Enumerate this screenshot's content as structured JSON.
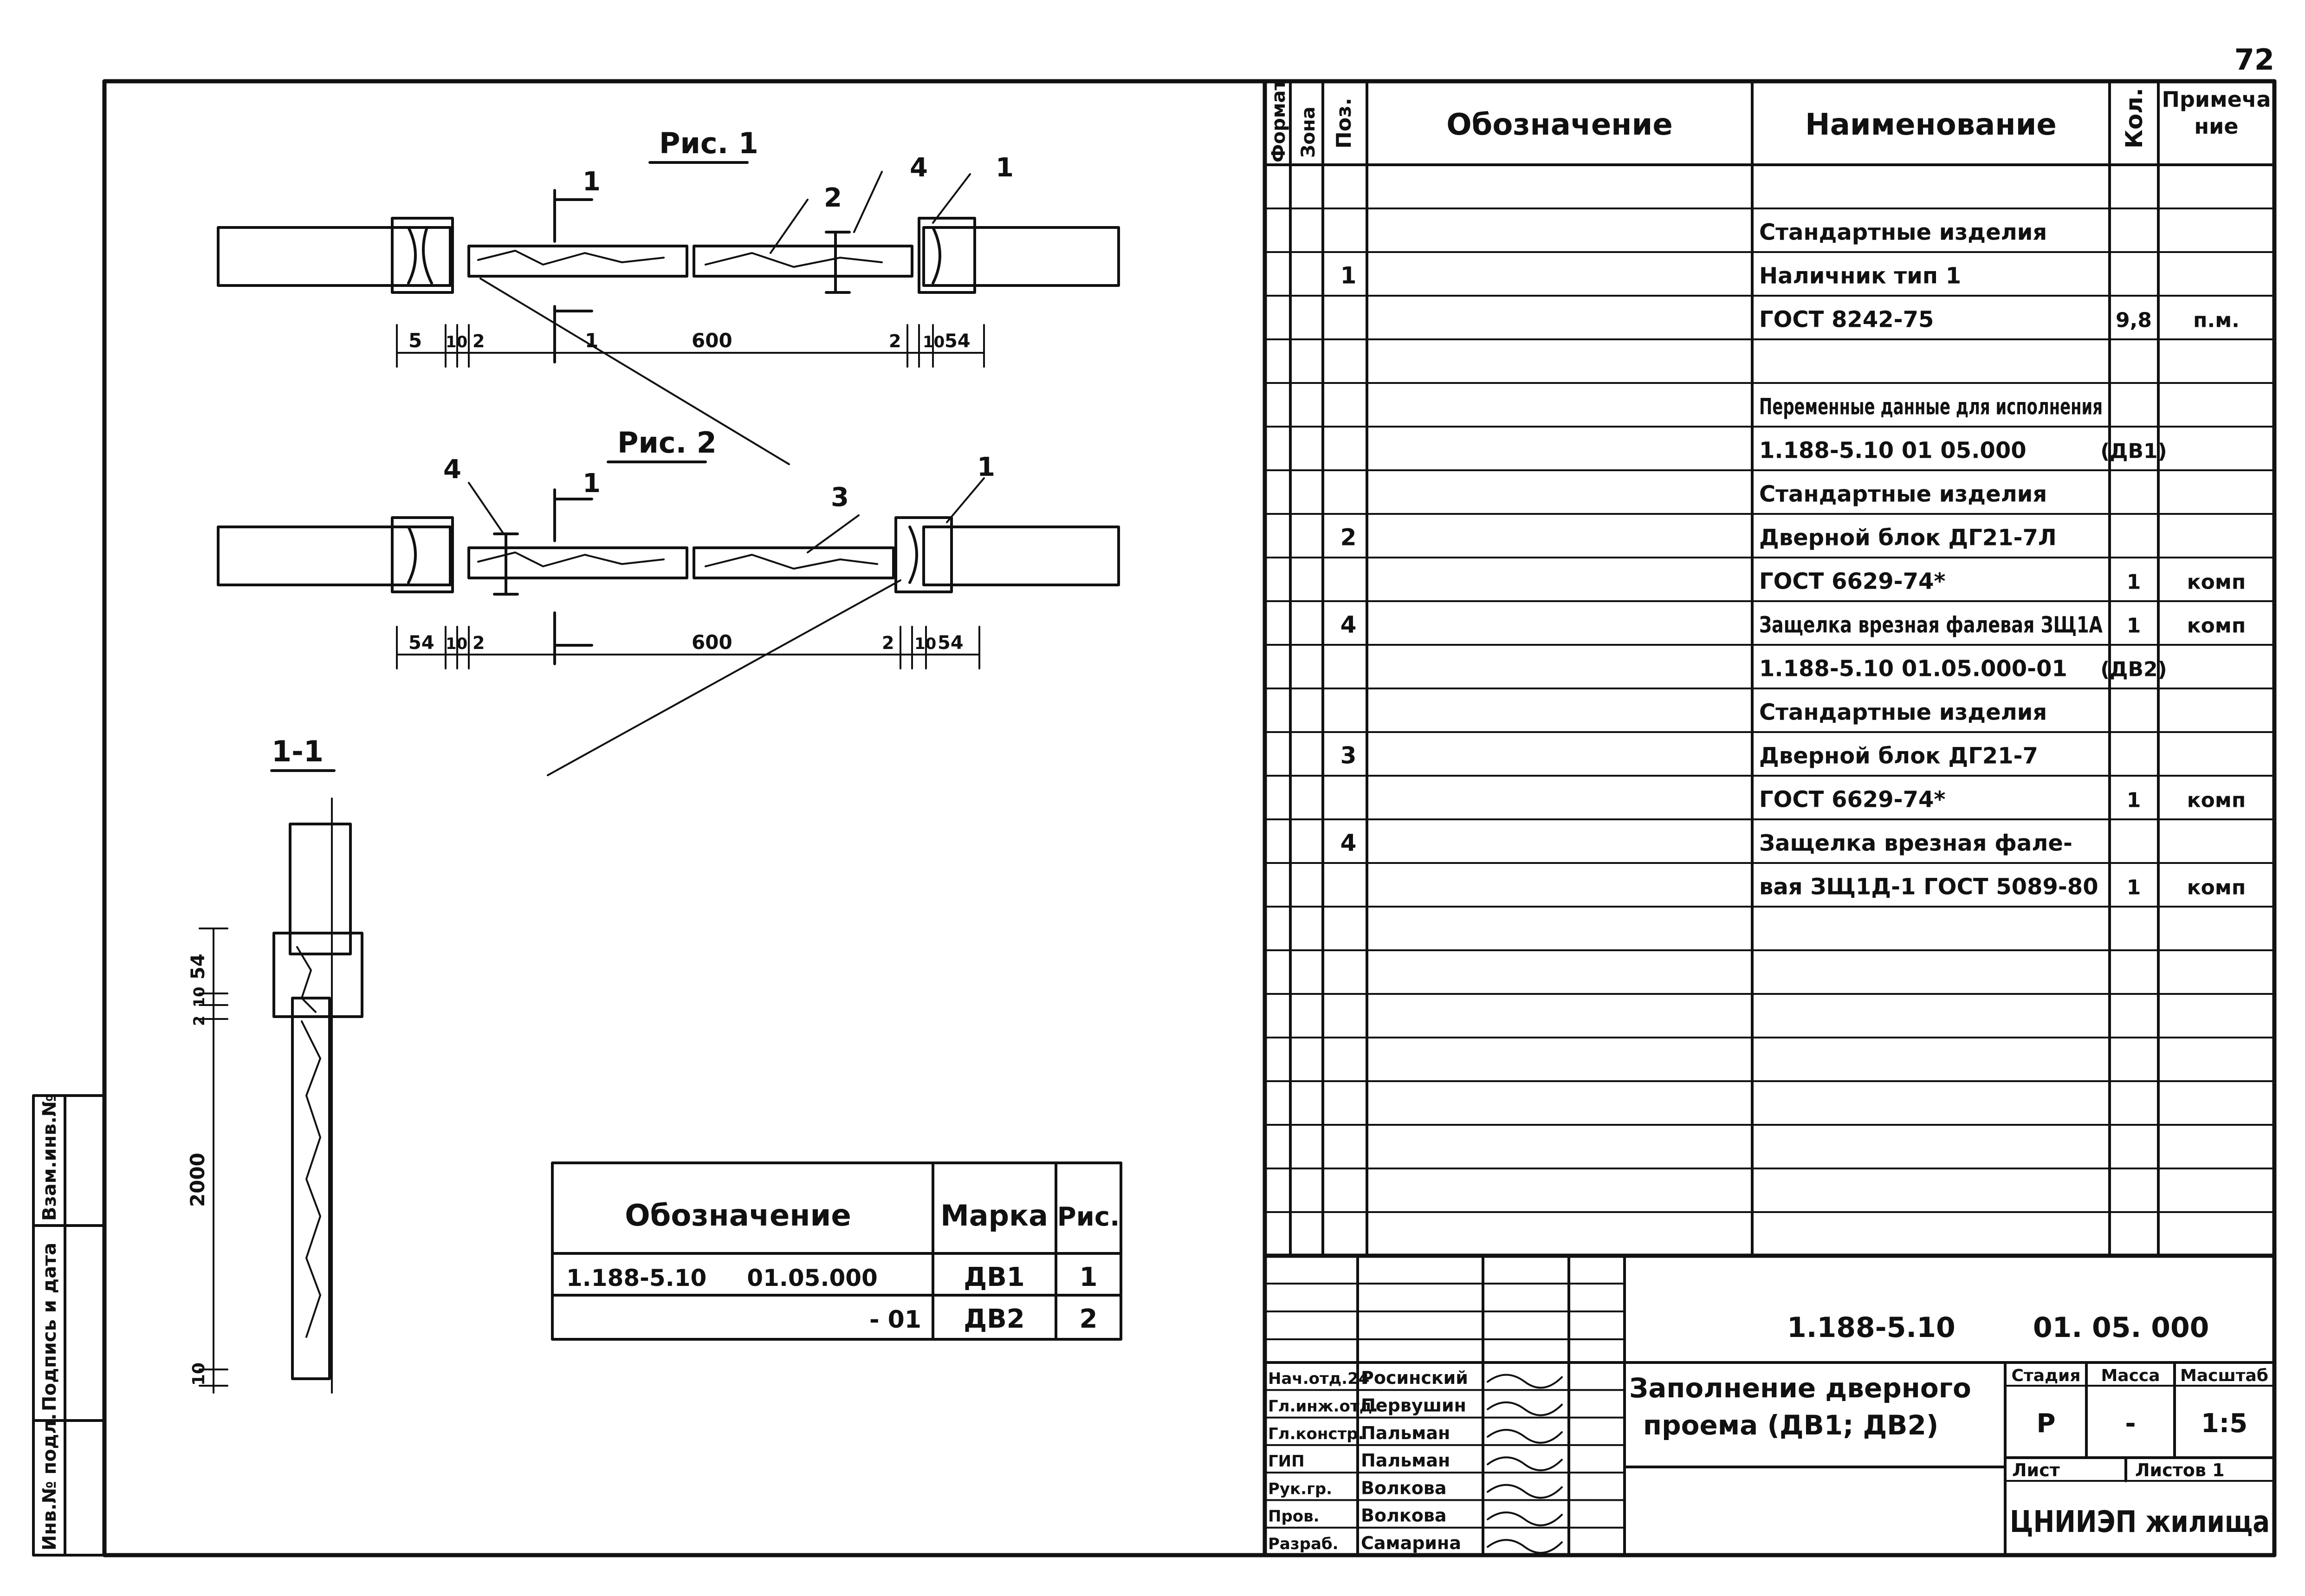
{
  "page_number": "72",
  "figure1": {
    "title": "Рис. 1",
    "labels": [
      "1",
      "2",
      "4",
      "1"
    ],
    "dims": [
      "5",
      "10",
      "2",
      "1",
      "600",
      "2",
      "10",
      "54"
    ]
  },
  "figure2": {
    "title": "Рис. 2",
    "labels": [
      "4",
      "1",
      "3",
      "1"
    ],
    "dims": [
      "54",
      "10",
      "2",
      "600",
      "2",
      "10",
      "54"
    ]
  },
  "section": {
    "title": "1-1",
    "dims": [
      "54",
      "10",
      "2",
      "2000",
      "10"
    ]
  },
  "marks_table": {
    "headers": [
      "Обозначение",
      "Марка",
      "Рис."
    ],
    "rows": [
      [
        "1.188-5.10     01.05.000",
        "ДВ1",
        "1"
      ],
      [
        "- 01",
        "ДВ2",
        "2"
      ]
    ]
  },
  "spec_table": {
    "headers": {
      "format": "Формат",
      "zone": "Зона",
      "pos": "Поз.",
      "designation": "Обозначение",
      "name": "Наименование",
      "qty": "Кол.",
      "note": "Примечание"
    },
    "rows": [
      {
        "pos": "",
        "name": "",
        "qty": "",
        "note": ""
      },
      {
        "pos": "",
        "name": "Стандартные изделия",
        "qty": "",
        "note": ""
      },
      {
        "pos": "1",
        "name": "Наличник     тип 1",
        "qty": "",
        "note": ""
      },
      {
        "pos": "",
        "name": "ГОСТ 8242-75",
        "qty": "9,8",
        "note": "п.м."
      },
      {
        "pos": "",
        "name": "",
        "qty": "",
        "note": ""
      },
      {
        "pos": "",
        "name": "Переменные данные для исполнения",
        "qty": "",
        "note": ""
      },
      {
        "pos": "",
        "name": "1.188-5.10   01 05.000",
        "qty": "(ДВ1)",
        "note": ""
      },
      {
        "pos": "",
        "name": "Стандартные изделия",
        "qty": "",
        "note": ""
      },
      {
        "pos": "2",
        "name": "Дверной блок ДГ21-7Л",
        "qty": "",
        "note": ""
      },
      {
        "pos": "",
        "name": "ГОСТ 6629-74*",
        "qty": "1",
        "note": "комп"
      },
      {
        "pos": "4",
        "name": "Защелка врезная фалевая ЗЩ1А",
        "qty": "1",
        "note": "комп"
      },
      {
        "pos": "",
        "name": "1.188-5.10   01.05.000-01",
        "qty": "(ДВ2)",
        "note": ""
      },
      {
        "pos": "",
        "name": "Стандартные изделия",
        "qty": "",
        "note": ""
      },
      {
        "pos": "3",
        "name": "Дверной блок ДГ21-7",
        "qty": "",
        "note": ""
      },
      {
        "pos": "",
        "name": "ГОСТ 6629-74*",
        "qty": "1",
        "note": "комп"
      },
      {
        "pos": "4",
        "name": "Защелка врезная фале-",
        "qty": "",
        "note": ""
      },
      {
        "pos": "",
        "name": "вая ЗЩ1Д-1 ГОСТ 5089-80",
        "qty": "1",
        "note": "комп"
      },
      {
        "pos": "",
        "name": "",
        "qty": "",
        "note": ""
      },
      {
        "pos": "",
        "name": "",
        "qty": "",
        "note": ""
      },
      {
        "pos": "",
        "name": "",
        "qty": "",
        "note": ""
      },
      {
        "pos": "",
        "name": "",
        "qty": "",
        "note": ""
      },
      {
        "pos": "",
        "name": "",
        "qty": "",
        "note": ""
      },
      {
        "pos": "",
        "name": "",
        "qty": "",
        "note": ""
      },
      {
        "pos": "",
        "name": "",
        "qty": "",
        "note": ""
      },
      {
        "pos": "",
        "name": "",
        "qty": "",
        "note": ""
      }
    ]
  },
  "title_block": {
    "code": "1.188-5.10        01. 05. 000",
    "title_line1": "Заполнение дверного",
    "title_line2": "проема (ДВ1; ДВ2)",
    "stage_header": "Стадия",
    "mass_header": "Масса",
    "scale_header": "Масштаб",
    "stage": "Р",
    "mass": "-",
    "scale": "1:5",
    "sheet_label": "Лист",
    "sheets_label": "Листов 1",
    "org": "ЦНИИЭП жилища",
    "people": [
      {
        "role": "Нач.отд.24",
        "name": "Росинский"
      },
      {
        "role": "Гл.инж.отд.",
        "name": "Первушин"
      },
      {
        "role": "Гл.констр.",
        "name": "Пальман"
      },
      {
        "role": "ГИП",
        "name": "Пальман"
      },
      {
        "role": "Рук.гр.",
        "name": "Волкова"
      },
      {
        "role": "Пров.",
        "name": "Волкова"
      },
      {
        "role": "Разраб.",
        "name": "Самарина"
      }
    ]
  },
  "side_stamp": {
    "inv_orig": "Инв.№ подл.",
    "sign_date": "Подпись и дата",
    "inv_replace": "Взам.инв.№"
  }
}
